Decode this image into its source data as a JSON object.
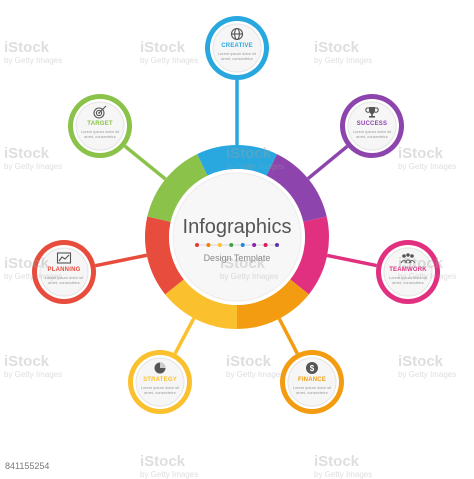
{
  "center": {
    "title": "Infographics",
    "subtitle": "Design Template",
    "dot_colors": [
      "#e53935",
      "#f57c00",
      "#fbc02d",
      "#43a047",
      "#1e88e5",
      "#8e24aa",
      "#d81b60",
      "#5e35b1"
    ]
  },
  "ring_colors": [
    "#29a8e0",
    "#8e44ad",
    "#e0307f",
    "#f39c12",
    "#fbc02d",
    "#e74c3c",
    "#8bc34a"
  ],
  "nodes": [
    {
      "label": "CREATIVE",
      "color": "#29a8e0",
      "icon": "globe-icon",
      "desc": "Lorem ipsum dolor sit amet, consectetur"
    },
    {
      "label": "SUCCESS",
      "color": "#8e44ad",
      "icon": "trophy-icon",
      "desc": "Lorem ipsum dolor sit amet, consectetur"
    },
    {
      "label": "TEAMWORK",
      "color": "#e0307f",
      "icon": "team-icon",
      "desc": "Lorem ipsum dolor sit amet, consectetur"
    },
    {
      "label": "FINANCE",
      "color": "#f39c12",
      "icon": "dollar-coin-icon",
      "desc": "Lorem ipsum dolor sit amet, consectetur"
    },
    {
      "label": "STRATEGY",
      "color": "#fbc02d",
      "icon": "pie-chart-icon",
      "desc": "Lorem ipsum dolor sit amet, consectetur"
    },
    {
      "label": "PLANNING",
      "color": "#e74c3c",
      "icon": "line-chart-icon",
      "desc": "Lorem ipsum dolor sit amet, consectetur"
    },
    {
      "label": "TARGET",
      "color": "#8bc34a",
      "icon": "target-icon",
      "desc": "Lorem ipsum dolor sit amet, consectetur"
    }
  ],
  "watermark": {
    "brand": "iStock",
    "line": "by Getty Images"
  },
  "footer_id": "841155254"
}
